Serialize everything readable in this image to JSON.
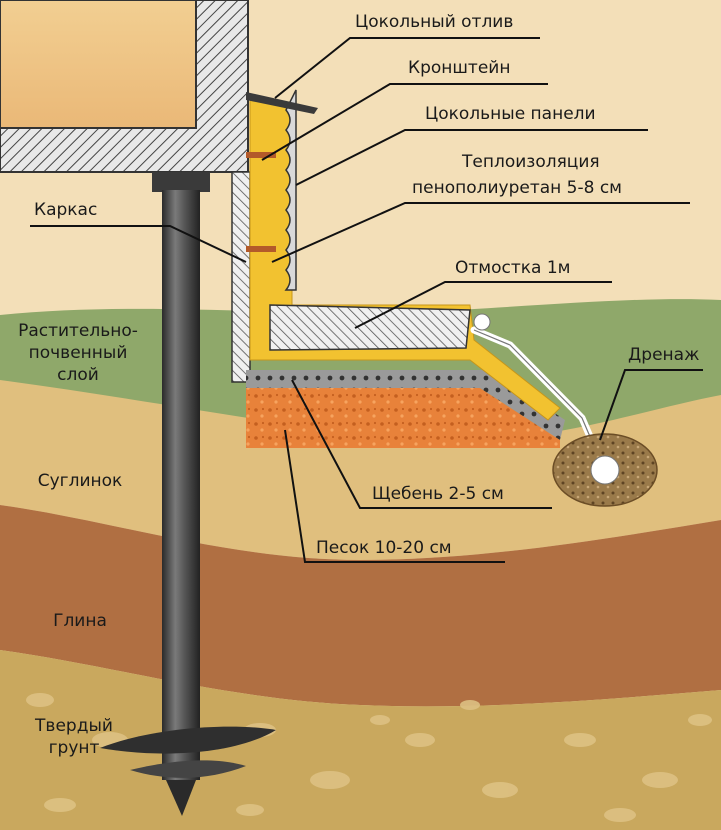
{
  "labels": {
    "plinth_drip": "Цокольный отлив",
    "bracket": "Кронштейн",
    "plinth_panels": "Цокольные панели",
    "insulation_line1": "Теплоизоляция",
    "insulation_line2": "пенополиуретан 5-8 см",
    "frame": "Каркас",
    "blind_area": "Отмостка 1м",
    "drainage": "Дренаж",
    "gravel": "Щебень 2-5 см",
    "sand": "Песок 10-20 см"
  },
  "soil_layers": {
    "topsoil_line1": "Растительно-",
    "topsoil_line2": "почвенный",
    "topsoil_line3": "слой",
    "loam": "Суглинок",
    "clay": "Глина",
    "hard_ground_line1": "Твердый",
    "hard_ground_line2": "грунт"
  },
  "colors": {
    "upper_soil": "#f3dfb8",
    "topsoil": "#8fa86a",
    "loam": "#e0bf7e",
    "clay": "#b06f42",
    "hard_ground": "#c9a85e",
    "insulation": "#f2c230",
    "sand": "#e8823a",
    "pile": "#4a4a4a"
  }
}
